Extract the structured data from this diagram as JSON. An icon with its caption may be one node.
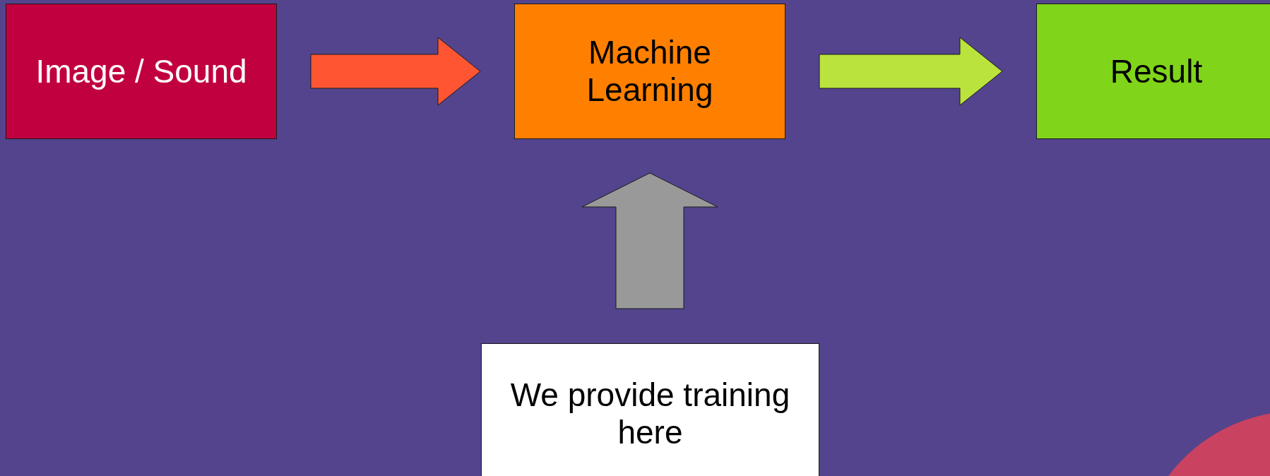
{
  "diagram": {
    "nodes": [
      {
        "text": [
          "Image / Sound"
        ]
      },
      {
        "text": [
          "Machine Learning"
        ]
      },
      {
        "text": [
          "Result"
        ]
      },
      {
        "text": [
          "We provide training here"
        ]
      }
    ],
    "edges": [
      {
        "from": 0,
        "to": 1,
        "arrow": "to",
        "color": "#ff5533"
      },
      {
        "from": 1,
        "to": 2,
        "arrow": "to",
        "color": "#bbe33d"
      },
      {
        "from": 3,
        "to": 1,
        "arrow": "to",
        "color": "#999999"
      }
    ]
  }
}
